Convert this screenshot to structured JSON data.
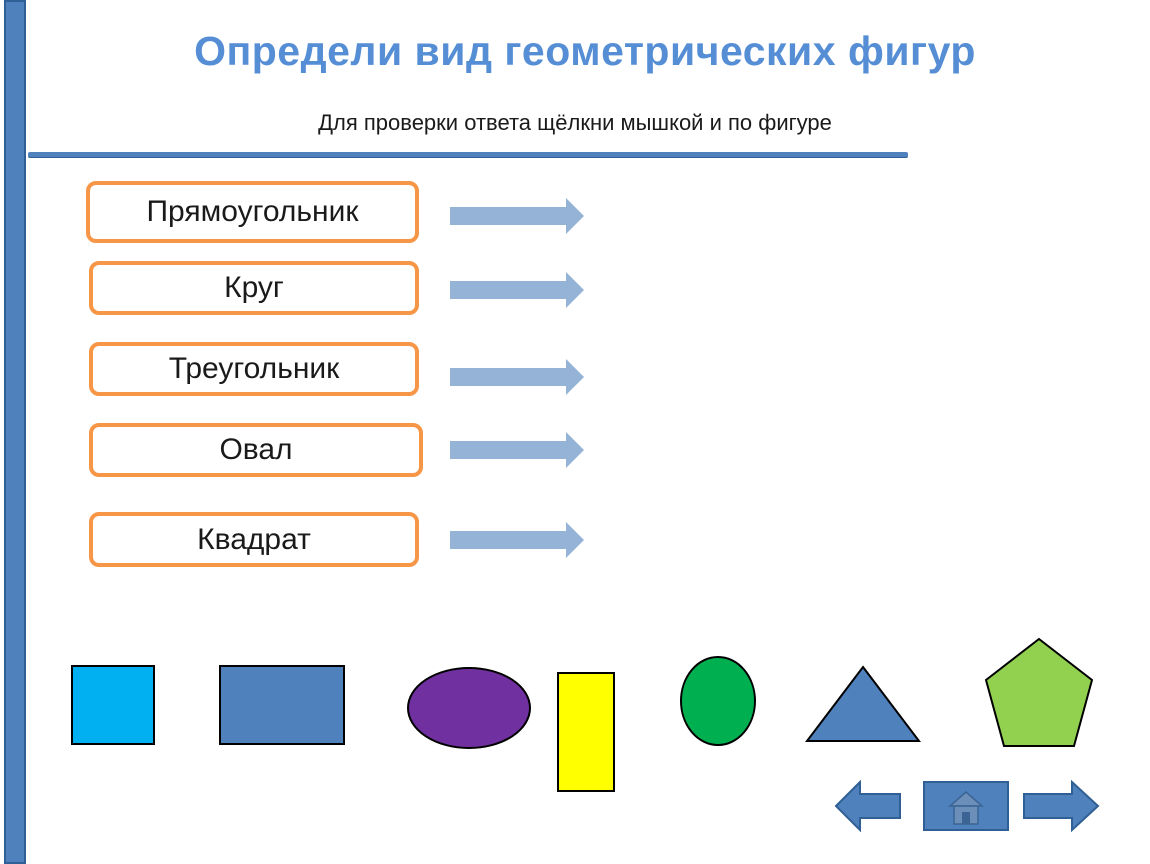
{
  "page": {
    "title": "Определи вид геометрических фигур",
    "subtitle": "Для проверки ответа щёлкни мышкой и по фигуре"
  },
  "labels": [
    {
      "id": "rectangle",
      "text": "Прямоугольник"
    },
    {
      "id": "circle",
      "text": "Круг"
    },
    {
      "id": "triangle",
      "text": "Треугольник"
    },
    {
      "id": "oval",
      "text": "Овал"
    },
    {
      "id": "square",
      "text": "Квадрат"
    }
  ],
  "shapes": [
    {
      "id": "square",
      "fill": "#00b0f0"
    },
    {
      "id": "rectangle",
      "fill": "#4f81bd"
    },
    {
      "id": "oval",
      "fill": "#7030a0"
    },
    {
      "id": "vertical-rectangle",
      "fill": "#ffff00"
    },
    {
      "id": "circle",
      "fill": "#00b050"
    },
    {
      "id": "triangle",
      "fill": "#4f81bd"
    },
    {
      "id": "pentagon",
      "fill": "#92d050"
    }
  ],
  "colors": {
    "accent_blue": "#558ed5",
    "bar_blue": "#4f81bd",
    "label_border": "#f79646",
    "arrow_fill": "#95b3d7"
  },
  "nav": {
    "prev_icon": "arrow-left-icon",
    "home_icon": "home-icon",
    "next_icon": "arrow-right-icon"
  }
}
